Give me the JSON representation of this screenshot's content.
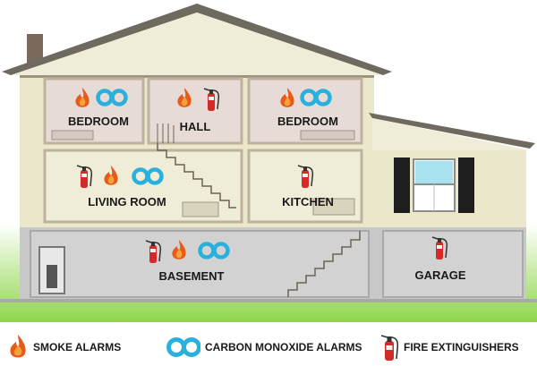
{
  "rooms": {
    "bedroom_left": "BEDROOM",
    "hall": "HALL",
    "bedroom_right": "BEDROOM",
    "living_room": "LIVING ROOM",
    "kitchen": "KITCHEN",
    "basement": "BASEMENT",
    "garage": "GARAGE"
  },
  "co_glyph": "CO",
  "legend": {
    "smoke": "SMOKE ALARMS",
    "co": "CARBON MONOXIDE ALARMS",
    "extinguisher": "FIRE EXTINGUISHERS"
  },
  "colors": {
    "flame_outer": "#e85a1b",
    "flame_inner": "#f6a23a",
    "co_ring": "#2ab0dc",
    "extinguisher": "#d42a2a",
    "house_siding": "#ebe7cb",
    "room_interior": "#e6dbd6",
    "basement_wall": "#d2d2d2",
    "lawn": "#8fd64a"
  }
}
